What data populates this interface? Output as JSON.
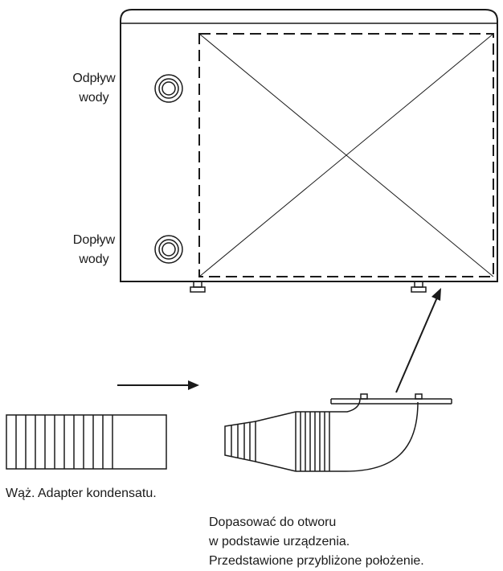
{
  "labels": {
    "outlet_line1": "Odpływ",
    "outlet_line2": "wody",
    "inlet_line1": "Dopływ",
    "inlet_line2": "wody",
    "hose_adapter": "Wąż. Adapter kondensatu.",
    "instruction_line1": "Dopasować do otworu",
    "instruction_line2": "w podstawie urządzenia.",
    "instruction_line3": "Przedstawione przybliżone położenie."
  }
}
